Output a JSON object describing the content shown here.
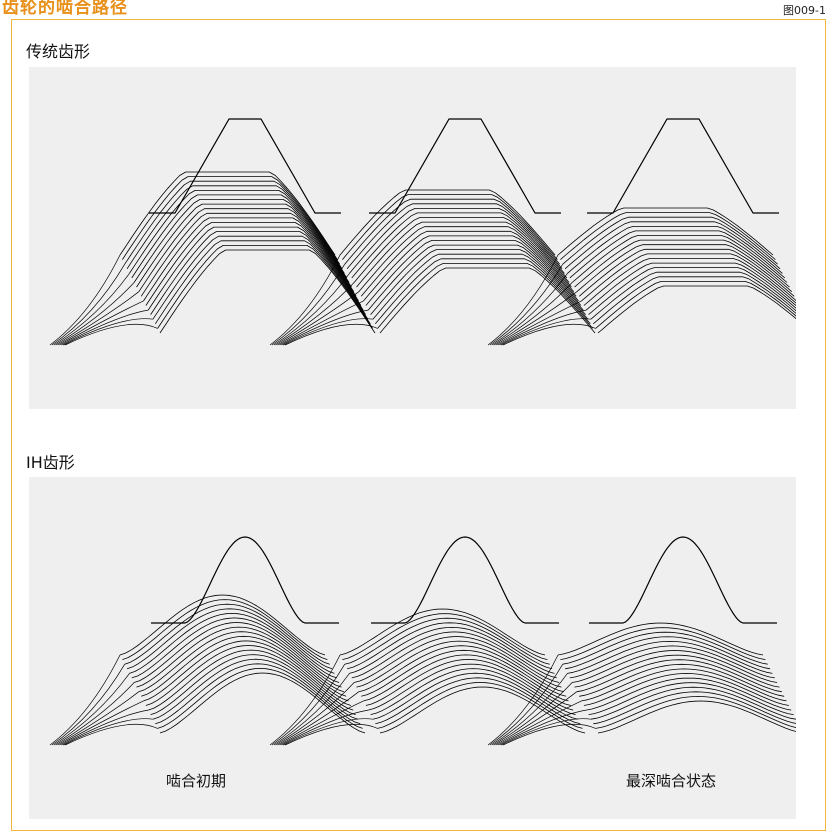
{
  "header": {
    "title": "齿轮的啮合路径",
    "figure_id": "图009-1"
  },
  "sections": [
    {
      "title": "传统齿形"
    },
    {
      "title": "IH齿形"
    }
  ],
  "captions": {
    "left": "啮合初期",
    "right": "最深啮合状态"
  },
  "colors": {
    "title": "#e8901a",
    "frame": "#f0b640",
    "panel_bg": "#efefef",
    "ink": "#000000"
  }
}
